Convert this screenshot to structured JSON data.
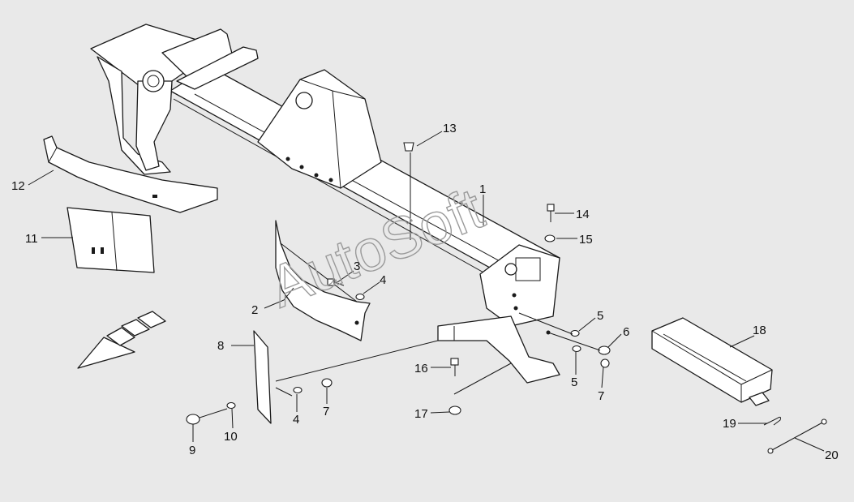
{
  "watermark": "AutoSoft",
  "callouts": {
    "c1": "1",
    "c2": "2",
    "c3": "3",
    "c4a": "4",
    "c4b": "4",
    "c5a": "5",
    "c5b": "5",
    "c6": "6",
    "c7a": "7",
    "c7b": "7",
    "c8": "8",
    "c9": "9",
    "c10": "10",
    "c11": "11",
    "c12": "12",
    "c13": "13",
    "c14": "14",
    "c15": "15",
    "c16": "16",
    "c17": "17",
    "c18": "18",
    "c19": "19",
    "c20": "20"
  },
  "colors": {
    "background": "#e9e9e9",
    "line": "#1a1a1a",
    "watermark": "#9a9a9a"
  }
}
